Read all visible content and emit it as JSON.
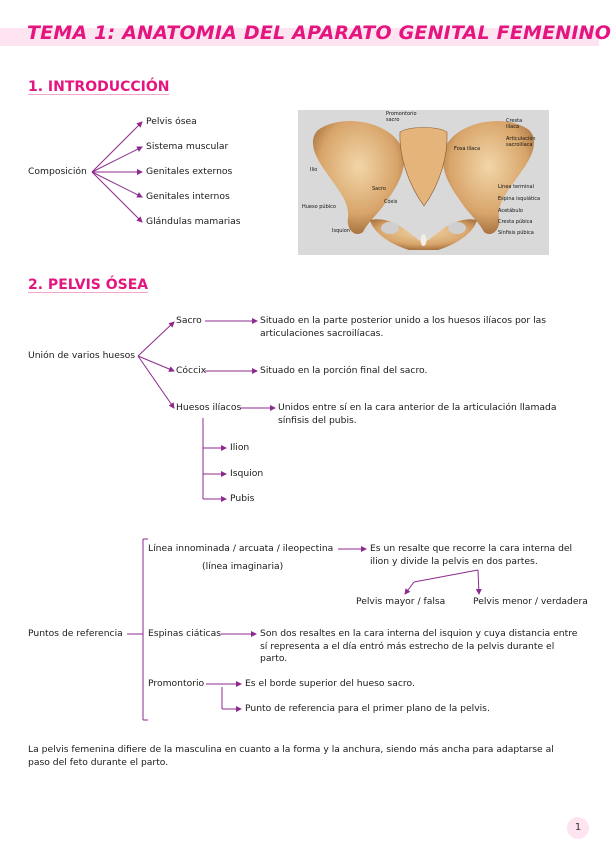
{
  "title": "TEMA 1: ANATOMIA DEL APARATO GENITAL FEMENINO",
  "s1": {
    "heading": "1. INTRODUCCIÓN",
    "root": "Composición",
    "items": [
      "Pelvis ósea",
      "Sistema muscular",
      "Genitales externos",
      "Genitales internos",
      "Glándulas mamarias"
    ]
  },
  "figure": {
    "labels": {
      "promontorio": "Promontorio sacro",
      "cresta": "Cresta ilíaca",
      "articulacion": "Articulación sacroilíaca",
      "fosa": "Fosa ilíaca",
      "ilio": "Ilio",
      "sacro": "Sacro",
      "coxis": "Cóxis",
      "hueso_pubico": "Hueso púbico",
      "isquion": "Isquion",
      "linea_terminal": "Línea terminal",
      "espina": "Espina isquiática",
      "acetabulo": "Acetábulo",
      "cresta_pubica": "Cresta púbica",
      "sinfisis": "Sínfisis púbica"
    }
  },
  "s2": {
    "heading": "2. PELVIS ÓSEA",
    "root": "Unión de varios huesos",
    "sacro": {
      "label": "Sacro",
      "desc": "Situado en la parte posterior unido a los huesos ilíacos por las articulaciones sacroilíacas."
    },
    "coccix": {
      "label": "Cóccix",
      "desc": "Situado en la porción final del sacro."
    },
    "iliacos": {
      "label": "Huesos ilíacos",
      "desc": "Unidos entre sí en la cara anterior de la articulación llamada sínfisis del pubis."
    },
    "sub": [
      "Ilion",
      "Isquion",
      "Pubis"
    ]
  },
  "ref": {
    "root": "Puntos de referencia",
    "linea": {
      "label": "Línea innominada / arcuata / ileopectina",
      "note": "(línea imaginaria)",
      "desc": "Es un resalte que recorre la cara interna del ilion y divide la pelvis en dos partes."
    },
    "pelvis_mayor": "Pelvis mayor / falsa",
    "pelvis_menor": "Pelvis menor / verdadera",
    "espinas": {
      "label": "Espinas ciáticas",
      "desc": "Son dos resaltes en la cara interna del isquion y cuya distancia entre sí representa a el día entró más estrecho de la pelvis durante el parto."
    },
    "promontorio": {
      "label": "Promontorio",
      "desc1": "Es el borde superior del hueso sacro.",
      "desc2": "Punto de referencia para el primer plano de la pelvis."
    }
  },
  "footer_text": "La pelvis femenina difiere de la masculina en cuanto a la forma y la anchura, siendo más ancha para adaptarse al paso del feto durante el parto.",
  "page_number": "1",
  "colors": {
    "accent": "#e4157f",
    "arrow": "#8e2a8e",
    "band": "#fde4f0"
  }
}
